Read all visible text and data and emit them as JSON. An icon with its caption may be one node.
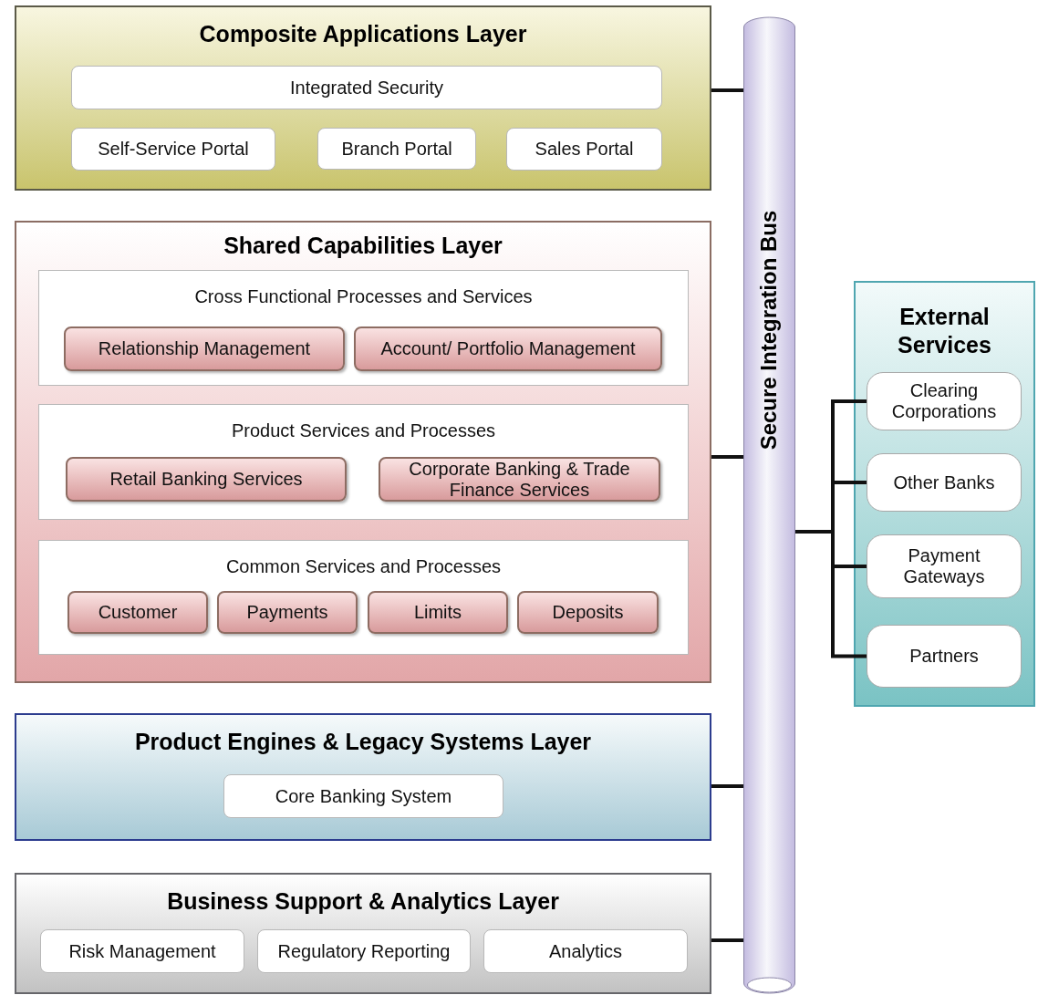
{
  "diagram": {
    "nodes": [
      {
        "text": [
          "Composite Applications Layer"
        ]
      },
      {
        "text": [
          "Integrated Security"
        ],
        "in": 0
      },
      {
        "text": [
          "Self-Service Portal"
        ],
        "in": 0
      },
      {
        "text": [
          "Branch Portal"
        ],
        "in": 0
      },
      {
        "text": [
          "Sales Portal"
        ],
        "in": 0
      },
      {
        "text": [
          "Shared Capabilities Layer"
        ]
      },
      {
        "text": [
          "Cross Functional Processes and Services"
        ],
        "in": 5
      },
      {
        "text": [
          "Relationship Management"
        ],
        "in": 6
      },
      {
        "text": [
          "Account/ Portfolio Management"
        ],
        "in": 6
      },
      {
        "text": [
          "Product Services and Processes"
        ],
        "in": 5
      },
      {
        "text": [
          "Retail Banking Services"
        ],
        "in": 9
      },
      {
        "text": [
          "Corporate Banking & Trade Finance Services"
        ],
        "in": 9
      },
      {
        "text": [
          "Common Services and Processes"
        ],
        "in": 5
      },
      {
        "text": [
          "Customer"
        ],
        "in": 12
      },
      {
        "text": [
          "Payments"
        ],
        "in": 12
      },
      {
        "text": [
          "Limits"
        ],
        "in": 12
      },
      {
        "text": [
          "Deposits"
        ],
        "in": 12
      },
      {
        "text": [
          "Product Engines & Legacy Systems Layer"
        ]
      },
      {
        "text": [
          "Core Banking System"
        ],
        "in": 17
      },
      {
        "text": [
          "Business Support & Analytics Layer"
        ]
      },
      {
        "text": [
          "Risk Management"
        ],
        "in": 19
      },
      {
        "text": [
          "Regulatory Reporting"
        ],
        "in": 19
      },
      {
        "text": [
          "Analytics"
        ],
        "in": 19
      },
      {
        "text": [
          "Secure Integration Bus"
        ]
      },
      {
        "text": [
          "External Services"
        ]
      },
      {
        "text": [
          "Clearing Corporations"
        ],
        "in": 24
      },
      {
        "text": [
          "Other Banks"
        ],
        "in": 24
      },
      {
        "text": [
          "Payment Gateways"
        ],
        "in": 24
      },
      {
        "text": [
          "Partners"
        ],
        "in": 24
      }
    ],
    "edges": [
      {
        "from": 0,
        "to": 23,
        "arrow": "none"
      },
      {
        "from": 5,
        "to": 23,
        "arrow": "none"
      },
      {
        "from": 17,
        "to": 23,
        "arrow": "none"
      },
      {
        "from": 19,
        "to": 23,
        "arrow": "none"
      },
      {
        "from": 23,
        "to": 25,
        "arrow": "none"
      },
      {
        "from": 23,
        "to": 26,
        "arrow": "none"
      },
      {
        "from": 23,
        "to": 27,
        "arrow": "none"
      },
      {
        "from": 23,
        "to": 28,
        "arrow": "none"
      }
    ]
  }
}
